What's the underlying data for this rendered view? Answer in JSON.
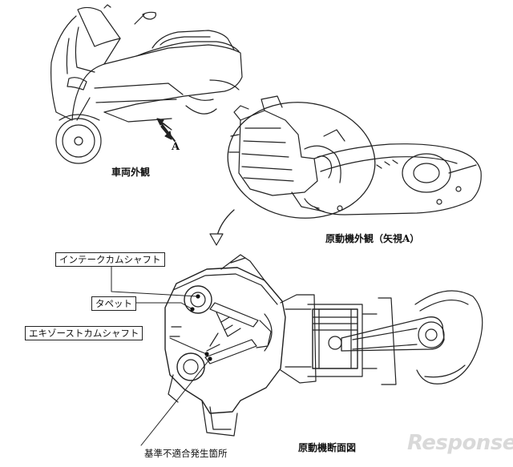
{
  "captions": {
    "vehicle_exterior": "車両外観",
    "engine_exterior": "原動機外観（矢視A）",
    "engine_section": "原動機断面図",
    "arrow_letter": "A"
  },
  "labels": {
    "intake_cam": "インテークカムシャフト",
    "tappet": "タペット",
    "exhaust_cam": "エキゾーストカムシャフト",
    "defect_location": "基準不適合発生箇所"
  },
  "watermark": "Response."
}
